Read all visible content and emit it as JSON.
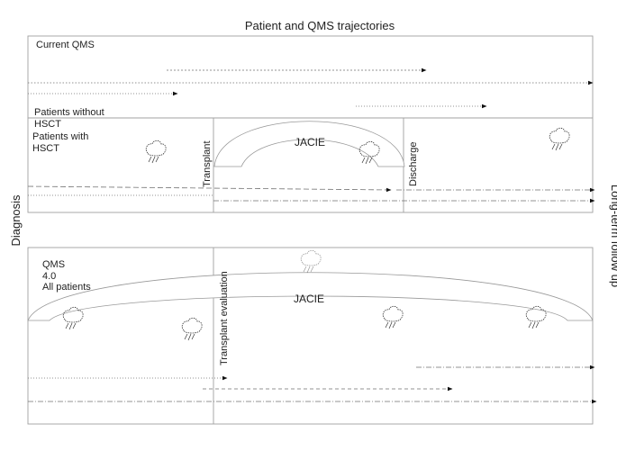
{
  "title": "Patient and QMS trajectories",
  "side_labels": {
    "left": "Diagnosis",
    "right": "Long-term follow up"
  },
  "top_panel": {
    "current_qms_label": "Current QMS",
    "patients_without_label": [
      "Patients without",
      "HSCT"
    ],
    "patients_with_label": [
      "Patients with",
      "HSCT"
    ],
    "arch_label": "JACIE",
    "transplant_label": "Transplant",
    "discharge_label": "Discharge"
  },
  "bottom_panel": {
    "qms_label": [
      "QMS",
      "4.0",
      "All patients"
    ],
    "arch_label": "JACIE",
    "transplant_evaluation_label": "Transplant evaluation"
  },
  "colors": {
    "frame": "#a0a0a0",
    "flow_line": "#707070",
    "arrow_head": "#111111",
    "text": "#222222"
  },
  "icons": [
    "storm-cloud-icon"
  ]
}
